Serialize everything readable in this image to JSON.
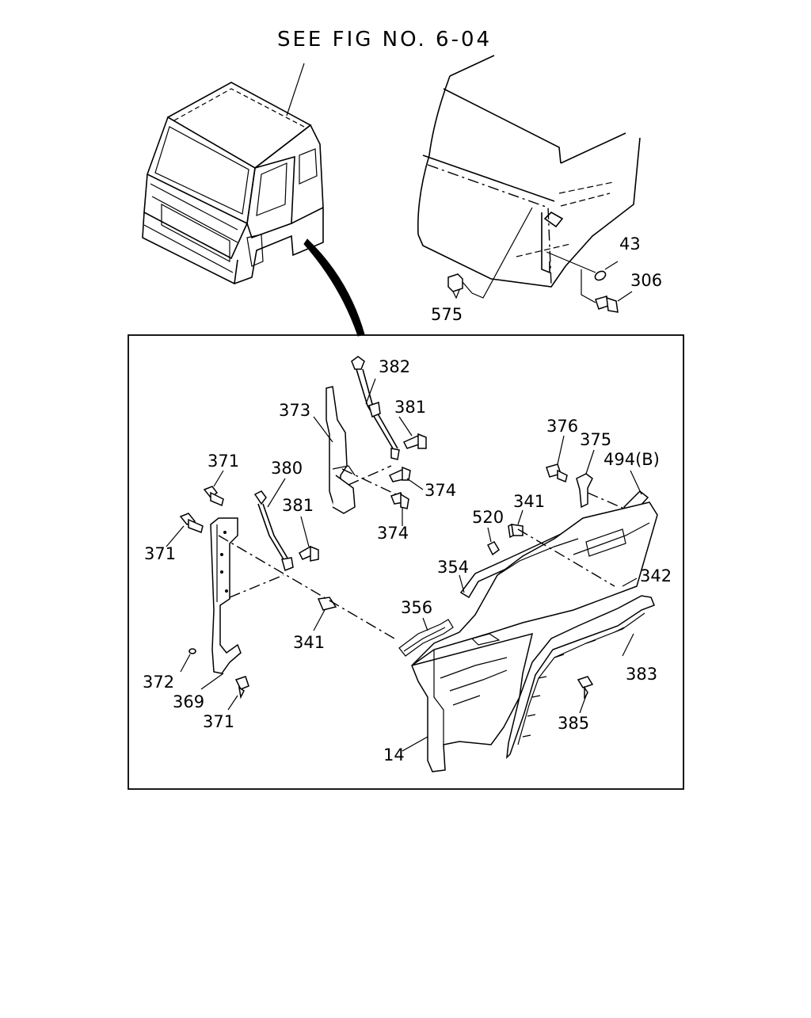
{
  "header": {
    "see_ref": "SEE FIG NO. 6-04"
  },
  "callouts": [
    {
      "id": "c575",
      "text": "575"
    },
    {
      "id": "c43",
      "text": "43"
    },
    {
      "id": "c306",
      "text": "306"
    },
    {
      "id": "c382",
      "text": "382"
    },
    {
      "id": "c381a",
      "text": "381"
    },
    {
      "id": "c373",
      "text": "373"
    },
    {
      "id": "c374a",
      "text": "374"
    },
    {
      "id": "c374b",
      "text": "374"
    },
    {
      "id": "c371a",
      "text": "371"
    },
    {
      "id": "c380",
      "text": "380"
    },
    {
      "id": "c381b",
      "text": "381"
    },
    {
      "id": "c371b",
      "text": "371"
    },
    {
      "id": "c376",
      "text": "376"
    },
    {
      "id": "c375",
      "text": "375"
    },
    {
      "id": "c494",
      "text": "494(B)"
    },
    {
      "id": "c341a",
      "text": "341"
    },
    {
      "id": "c520",
      "text": "520"
    },
    {
      "id": "c354",
      "text": "354"
    },
    {
      "id": "c342",
      "text": "342"
    },
    {
      "id": "c356",
      "text": "356"
    },
    {
      "id": "c341b",
      "text": "341"
    },
    {
      "id": "c383",
      "text": "383"
    },
    {
      "id": "c372",
      "text": "372"
    },
    {
      "id": "c369",
      "text": "369"
    },
    {
      "id": "c371c",
      "text": "371"
    },
    {
      "id": "c385",
      "text": "385"
    },
    {
      "id": "c14",
      "text": "14"
    }
  ]
}
